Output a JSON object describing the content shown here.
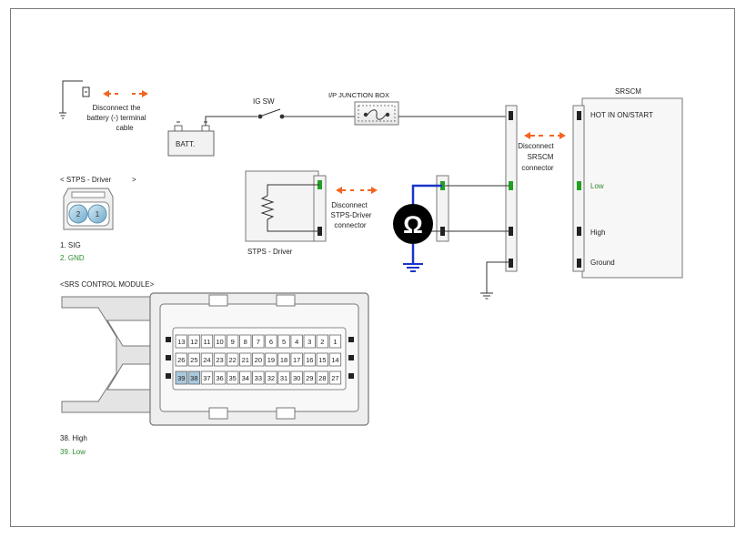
{
  "battery_note": {
    "line1": "Disconnect the",
    "line2": "battery (-) terminal",
    "line3": "cable"
  },
  "battery_label": "BATT.",
  "ig_switch_label": "IG SW",
  "junction_box_label": "I/P JUNCTION BOX",
  "stps_view": {
    "title": "< STPS - Driver",
    "title_end": ">",
    "pins": [
      "2",
      "1"
    ],
    "pin_list": [
      "1. SIG",
      "2. GND"
    ]
  },
  "stps_component_label": "STPS - Driver",
  "stps_disconnect": {
    "line1": "Disconnect",
    "line2": "STPS-Driver",
    "line3": "connector"
  },
  "srscm_disconnect": {
    "line1": "Disconnect",
    "line2": "SRSCM",
    "line3": "connector"
  },
  "ohmmeter_symbol": "Ω",
  "srscm": {
    "title": "SRSCM",
    "pins": [
      "HOT IN ON/START",
      "Low",
      "High",
      "Ground"
    ]
  },
  "module_view": {
    "title": "<SRS CONTROL MODULE>",
    "row1": [
      "13",
      "12",
      "11",
      "10",
      "9",
      "8",
      "7",
      "6",
      "5",
      "4",
      "3",
      "2",
      "1"
    ],
    "row2": [
      "26",
      "25",
      "24",
      "23",
      "22",
      "21",
      "20",
      "19",
      "18",
      "17",
      "16",
      "15",
      "14"
    ],
    "row3": [
      "39",
      "38",
      "37",
      "36",
      "35",
      "34",
      "33",
      "32",
      "31",
      "30",
      "29",
      "28",
      "27"
    ],
    "highlighted_pins": [
      "39",
      "38"
    ],
    "pin_list": [
      "38. High",
      "39. Low"
    ]
  },
  "colors": {
    "arrow": "#f26522",
    "meter_lead": "#1a35c8",
    "gnd_label": "#2e8b2e",
    "pin_green": "#22a022",
    "pin_highlight": "#a9c9de"
  }
}
